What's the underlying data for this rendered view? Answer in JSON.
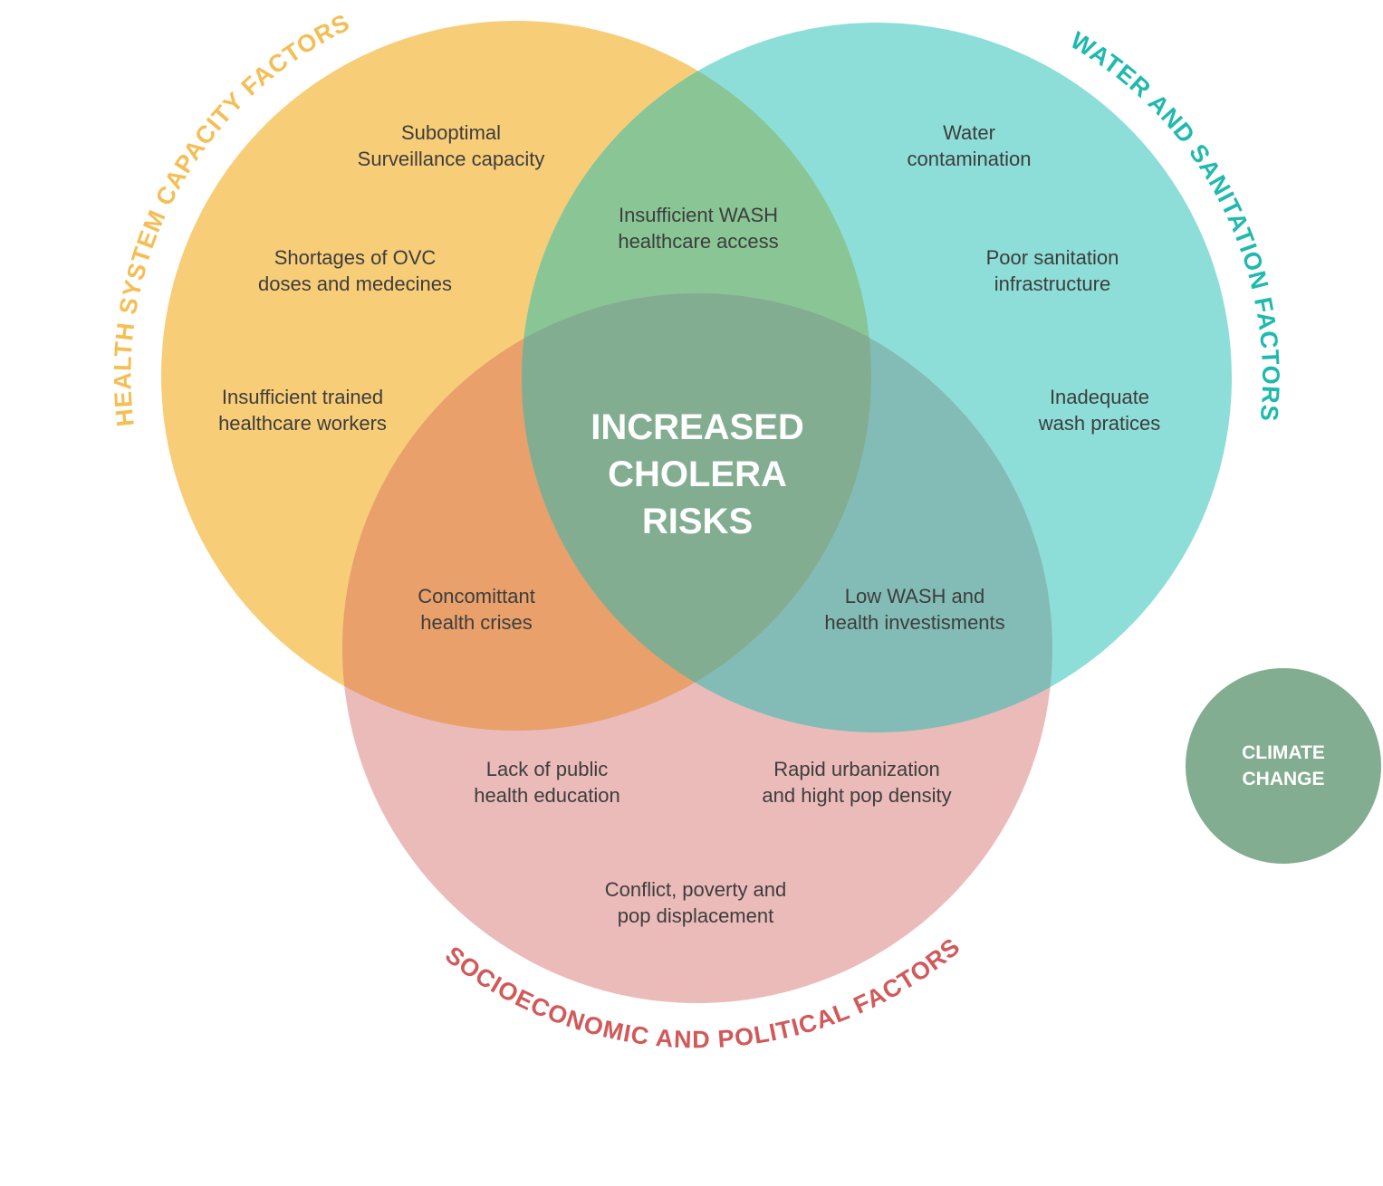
{
  "colors": {
    "health": "#F8CD78",
    "water": "#8DDED8",
    "socio": "#EBBBBA",
    "health_water": "#89C595",
    "health_socio": "#E9A06B",
    "water_socio": "#83BCB6",
    "center": "#82AD90",
    "climate": "#82AD90",
    "health_label": "#F5BE55",
    "water_label": "#1FB9AE",
    "socio_label": "#D2595A"
  },
  "labels": {
    "health": "HEALTH SYSTEM CAPACITY FACTORS",
    "water": "WATER AND SANITATION FACTORS",
    "socio": "SOCIOECONOMIC AND POLITICAL FACTORS"
  },
  "center": [
    "INCREASED",
    "CHOLERA",
    "RISKS"
  ],
  "climate": [
    "CLIMATE",
    "CHANGE"
  ],
  "items": {
    "surveillance": [
      "Suboptimal",
      "Surveillance capacity"
    ],
    "shortages": [
      "Shortages of OVC",
      "doses and medecines"
    ],
    "workers": [
      "Insufficient trained",
      "healthcare workers"
    ],
    "wash_access": [
      "Insufficient WASH",
      "healthcare access"
    ],
    "water_contamination": [
      "Water",
      "contamination"
    ],
    "sanitation": [
      "Poor sanitation",
      "infrastructure"
    ],
    "wash_practices": [
      "Inadequate",
      "wash pratices"
    ],
    "health_crises": [
      "Concomittant",
      "health crises"
    ],
    "investments": [
      "Low WASH and",
      "health investisments"
    ],
    "education": [
      "Lack of public",
      "health education"
    ],
    "urbanization": [
      "Rapid urbanization",
      "and hight pop density"
    ],
    "conflict": [
      "Conflict, poverty and",
      "pop displacement"
    ]
  }
}
